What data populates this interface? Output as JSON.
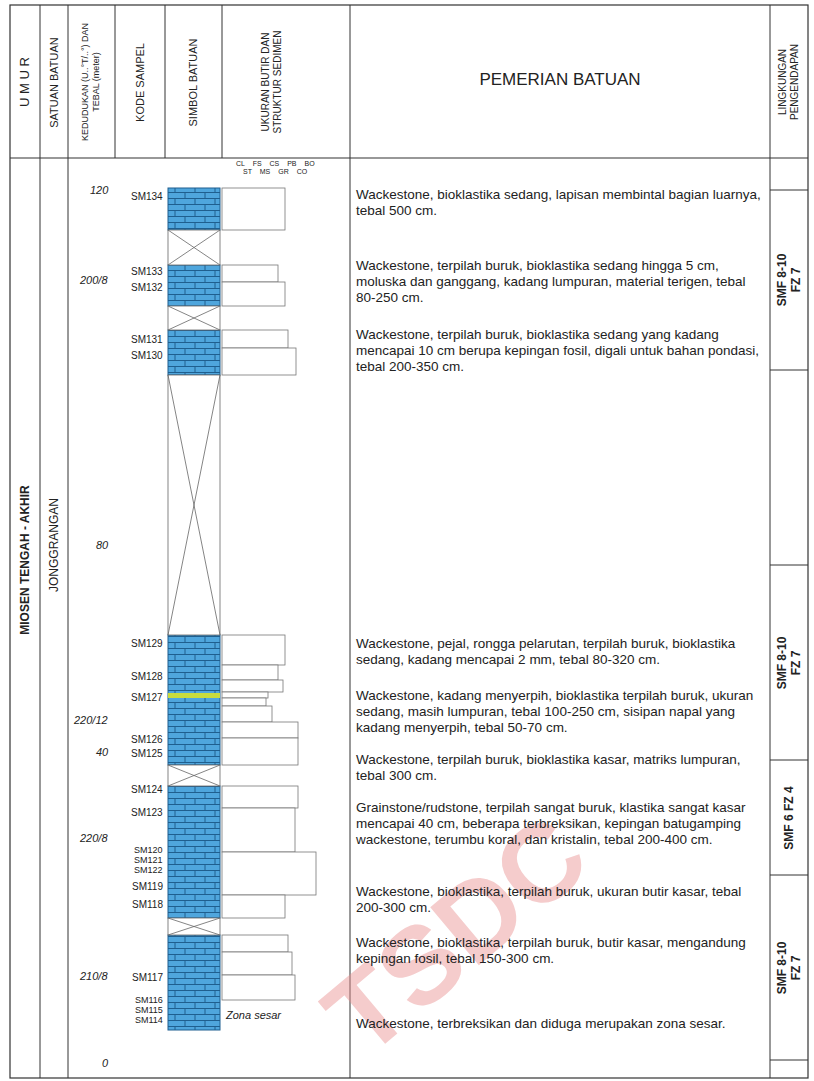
{
  "diagram": {
    "labels": [
      "U M U R",
      "SATUAN BATUAN",
      "KEDUDUKAN (U..°T/..°) DAN TEBAL (meter)",
      "KODE SAMPEL",
      "SIMBOL BATUAN",
      "UKURAN BUTIR DAN STRUKTUR SEDIMEN",
      "PEMERIAN BATUAN",
      "LINGKUNGAN PENGENDAPAN",
      "CL FS CS PB BO",
      "ST MS GR CO",
      "MIOSEN TENGAH - AKHIR",
      "JONGGRANGAN",
      "120",
      "200/8",
      "80",
      "220/12",
      "40",
      "220/8",
      "210/8",
      "0",
      "SM134",
      "SM133",
      "SM132",
      "SM131",
      "SM130",
      "SM129",
      "SM128",
      "SM127",
      "SM126",
      "SM125",
      "SM124",
      "SM123",
      "SM120",
      "SM121",
      "SM122",
      "SM119",
      "SM118",
      "SM117",
      "SM116",
      "SM115",
      "SM114",
      "Zona sesar",
      "Wackestone, bioklastika sedang, lapisan membintal bagian luarnya, tebal 500 cm.",
      "Wackestone, terpilah buruk, bioklastika sedang hingga 5 cm, moluska dan ganggang, kadang lumpuran, material terigen, tebal 80-250 cm.",
      "Wackestone, terpilah buruk, bioklastika sedang yang kadang mencapai 10 cm berupa kepingan fosil, digali untuk bahan pondasi, tebal 200-350 cm.",
      "Wackestone, pejal, rongga pelarutan, terpilah buruk, bioklastika sedang, kadang mencapai 2 mm, tebal 80-320 cm.",
      "Wackestone, kadang menyerpih, bioklastika terpilah buruk, ukuran sedang, masih lumpuran, tebal 100-250 cm, sisipan napal yang kadang menyerpih, tebal 50-70 cm.",
      "Wackestone, terpilah buruk, bioklastika kasar, matriks lumpuran, tebal 300 cm.",
      "Grainstone/rudstone, terpilah sangat buruk, klastika sangat kasar mencapai 40 cm, beberapa terbreksikan, kepingan batugamping wackestone, terumbu koral, dan kristalin, tebal 200-400 cm.",
      "Wackestone, bioklastika, terpilah buruk, ukuran butir kasar, tebal 200-300 cm.",
      "Wackestone, bioklastika, terpilah buruk, butir kasar, mengandung kepingan fosil, tebal 150-300 cm.",
      "Wackestone, terbreksikan dan diduga merupakan zona sesar.",
      "SMF 8-10 FZ 7",
      "SMF 8-10 FZ 7",
      "SMF 6 FZ 4",
      "SMF 8-10 FZ 7",
      "TSDC"
    ]
  }
}
